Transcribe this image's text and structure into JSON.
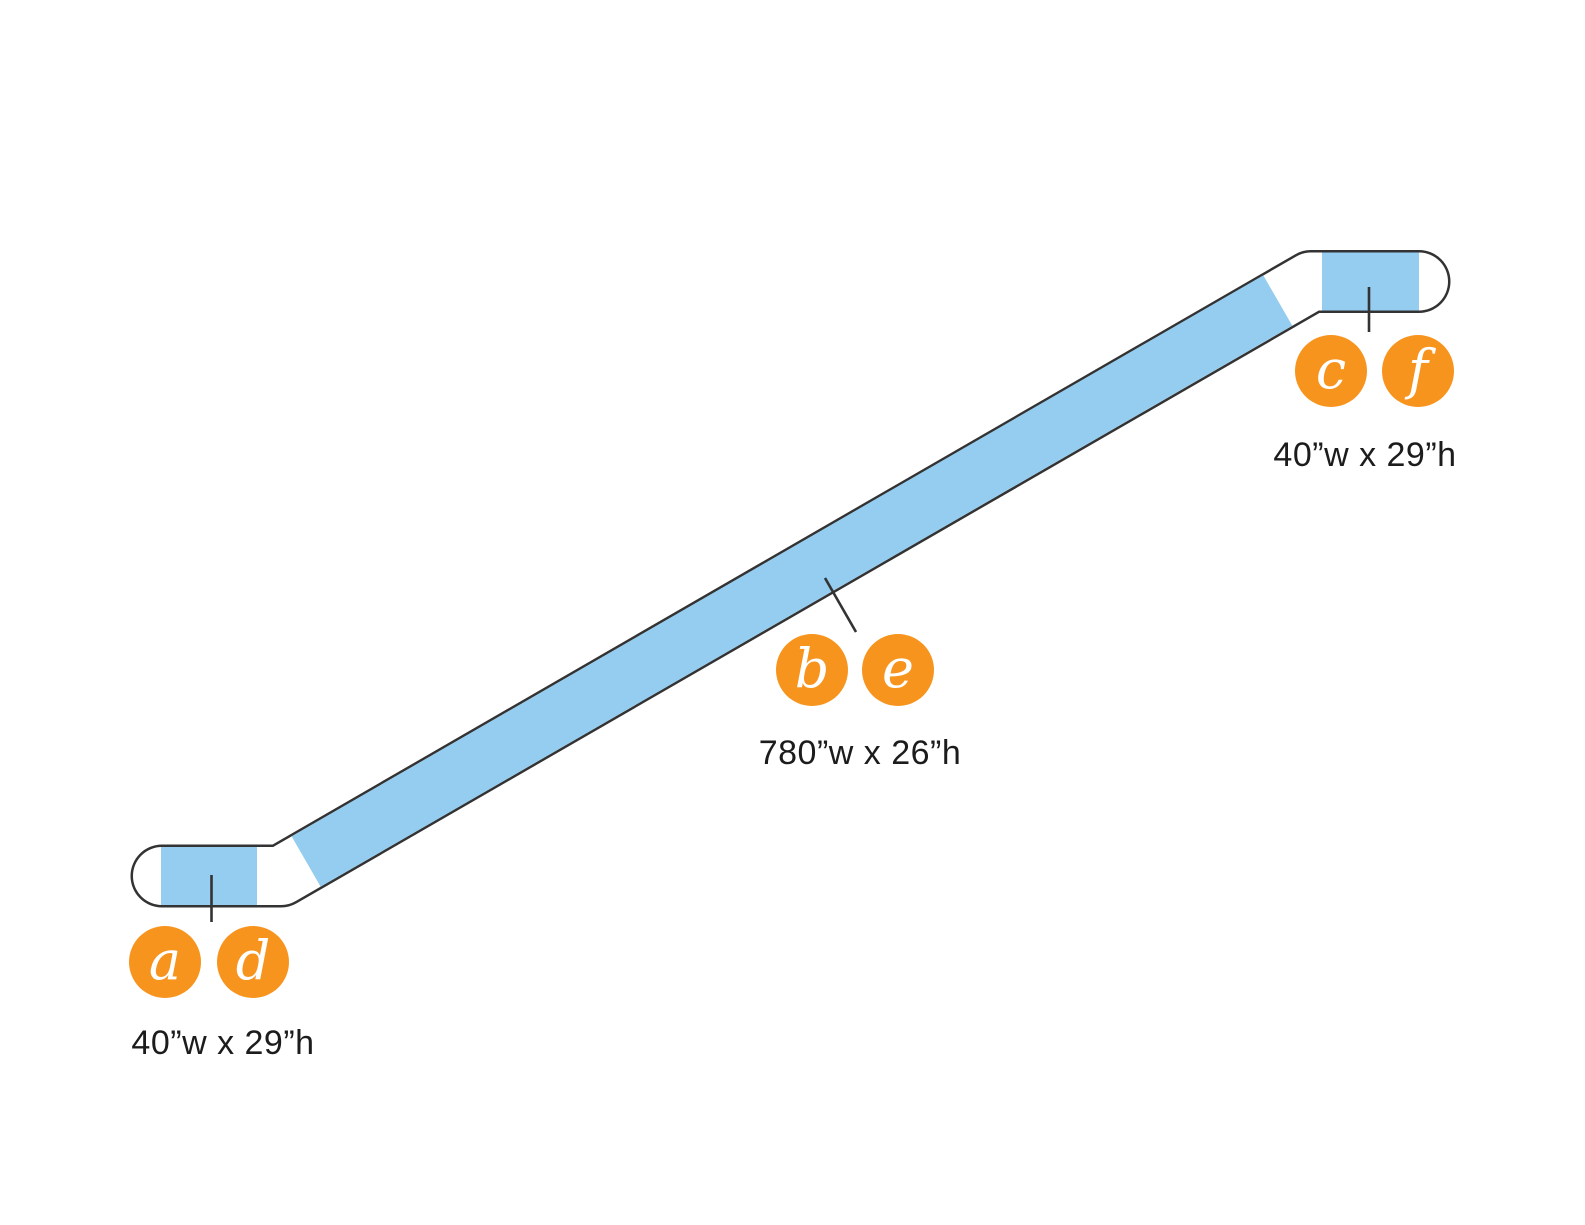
{
  "diagram": {
    "title": "escalator-side-view-with-ad-panel-callouts",
    "colors": {
      "panel_blue": "#94CDF0",
      "callout_orange": "#F7941E",
      "outline": "#333333",
      "text": "#1C1C1C",
      "letter_white": "#FFFFFF",
      "background": "#FFFFFF"
    },
    "callouts": {
      "bottom": {
        "letters": [
          "a",
          "d"
        ],
        "dimension": "40”w x 29”h"
      },
      "middle": {
        "letters": [
          "b",
          "e"
        ],
        "dimension": "780”w x 26”h"
      },
      "top": {
        "letters": [
          "c",
          "f"
        ],
        "dimension": "40”w x 29”h"
      }
    }
  }
}
